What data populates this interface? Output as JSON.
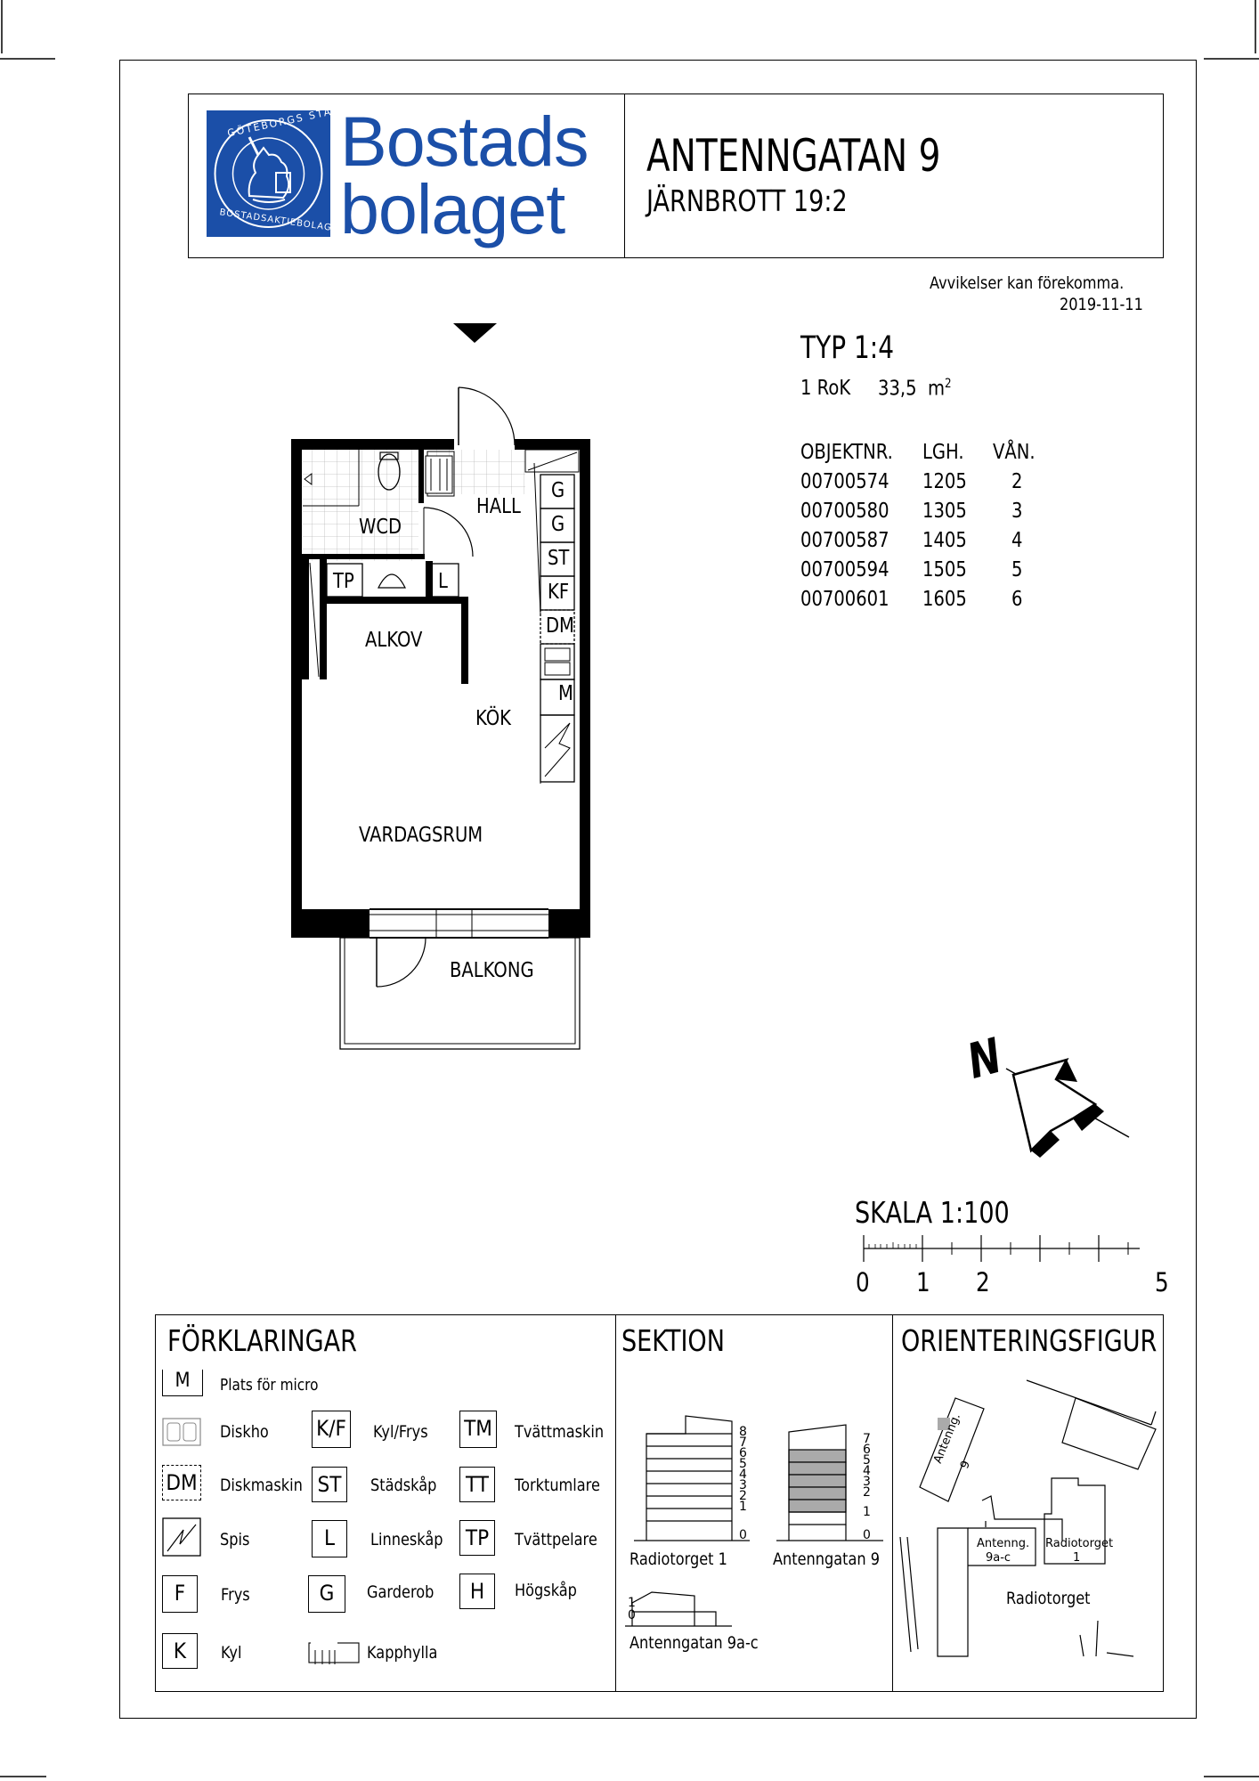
{
  "header": {
    "logo_line1": "Bostads",
    "logo_line2": "bolaget",
    "seal_top_text": "GÖTEBORGS STADS",
    "seal_bottom_text": "BOSTADSAKTIEBOLAG",
    "street": "ANTENNGATAN 9",
    "property": "JÄRNBROTT 19:2"
  },
  "notes": {
    "disclaimer": "Avvikelser kan förekomma.",
    "date": "2019-11-11"
  },
  "unit": {
    "type": "TYP 1:4",
    "rooms": "1 RoK",
    "area": "33,5",
    "area_unit": "m",
    "area_unit_sup": "2"
  },
  "objects_table": {
    "headers": [
      "OBJEKTNR.",
      "LGH.",
      "VÅN."
    ],
    "rows": [
      [
        "00700574",
        "1205",
        "2"
      ],
      [
        "00700580",
        "1305",
        "3"
      ],
      [
        "00700587",
        "1405",
        "4"
      ],
      [
        "00700594",
        "1505",
        "5"
      ],
      [
        "00700601",
        "1605",
        "6"
      ]
    ]
  },
  "plan_labels": {
    "wcd": "WCD",
    "hall": "HALL",
    "alkov": "ALKOV",
    "kok": "KÖK",
    "vardagsrum": "VARDAGSRUM",
    "balkong": "BALKONG",
    "tp": "TP",
    "l": "L",
    "g1": "G",
    "g2": "G",
    "st": "ST",
    "kf": "KF",
    "dm": "DM",
    "m": "M"
  },
  "north": {
    "label": "N"
  },
  "scale": {
    "title": "SKALA 1:100",
    "ticks": [
      "0",
      "1",
      "2",
      "5"
    ]
  },
  "legend": {
    "title": "FÖRKLARINGAR",
    "items": {
      "m": {
        "symbol": "M",
        "label": "Plats för micro"
      },
      "diskho": {
        "label": "Diskho"
      },
      "kf": {
        "symbol": "K/F",
        "label": "Kyl/Frys"
      },
      "tm": {
        "symbol": "TM",
        "label": "Tvättmaskin"
      },
      "dm": {
        "symbol": "DM",
        "label": "Diskmaskin"
      },
      "st": {
        "symbol": "ST",
        "label": "Städskåp"
      },
      "tt": {
        "symbol": "TT",
        "label": "Torktumlare"
      },
      "spis": {
        "label": "Spis"
      },
      "l": {
        "symbol": "L",
        "label": "Linneskåp"
      },
      "tp": {
        "symbol": "TP",
        "label": "Tvättpelare"
      },
      "f": {
        "symbol": "F",
        "label": "Frys"
      },
      "g": {
        "symbol": "G",
        "label": "Garderob"
      },
      "h": {
        "symbol": "H",
        "label": "Högskåp"
      },
      "k": {
        "symbol": "K",
        "label": "Kyl"
      },
      "kapphylla": {
        "label": "Kapphylla"
      }
    }
  },
  "section": {
    "title": "SEKTION",
    "building1": {
      "name": "Radiotorget 1",
      "floors": [
        "8",
        "7",
        "6",
        "5",
        "4",
        "3",
        "2",
        "1",
        "0"
      ]
    },
    "building2": {
      "name": "Antenngatan 9",
      "floors": [
        "7",
        "6",
        "5",
        "4",
        "3",
        "2",
        "1",
        "0"
      ]
    },
    "building3": {
      "name": "Antenngatan 9a-c",
      "floors": [
        "1",
        "0"
      ]
    }
  },
  "orientation": {
    "title": "ORIENTERINGSFIGUR",
    "bldg_antenng9_l1": "Antenng.",
    "bldg_antenng9_l2": "9",
    "bldg_9ac_l1": "Antenng.",
    "bldg_9ac_l2": "9a-c",
    "bldg_radio1_l1": "Radiotorget",
    "bldg_radio1_l2": "1",
    "square": "Radiotorget"
  }
}
